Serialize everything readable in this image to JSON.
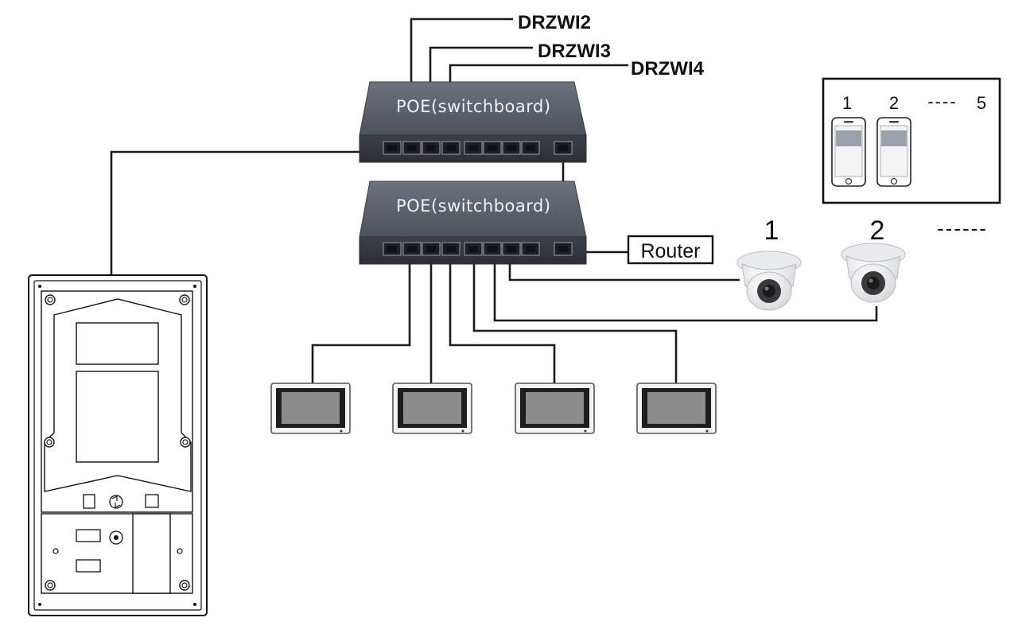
{
  "switch_top": {
    "label": "POE(switchboard)"
  },
  "switch_bottom": {
    "label": "POE(switchboard)"
  },
  "door_stations": [
    {
      "label": "DRZWI2"
    },
    {
      "label": "DRZWI3"
    },
    {
      "label": "DRZWI4"
    }
  ],
  "router": {
    "label": "Router"
  },
  "cameras": [
    {
      "number": "1"
    },
    {
      "number": "2"
    }
  ],
  "cameras_more": "------",
  "phones_panel": {
    "first": "1",
    "second": "2",
    "range_dash": "----",
    "last": "5"
  },
  "monitors_count": 4,
  "colors": {
    "switch_body": "#5a6068",
    "line": "#1a1a1a",
    "monitor_screen": "#8c8c8c",
    "camera_lens": "#2b2b2b"
  },
  "icons": [
    "poe-switch-icon",
    "router-box",
    "dome-camera-icon",
    "smartphone-icon",
    "indoor-monitor-icon",
    "outdoor-door-station-icon"
  ]
}
